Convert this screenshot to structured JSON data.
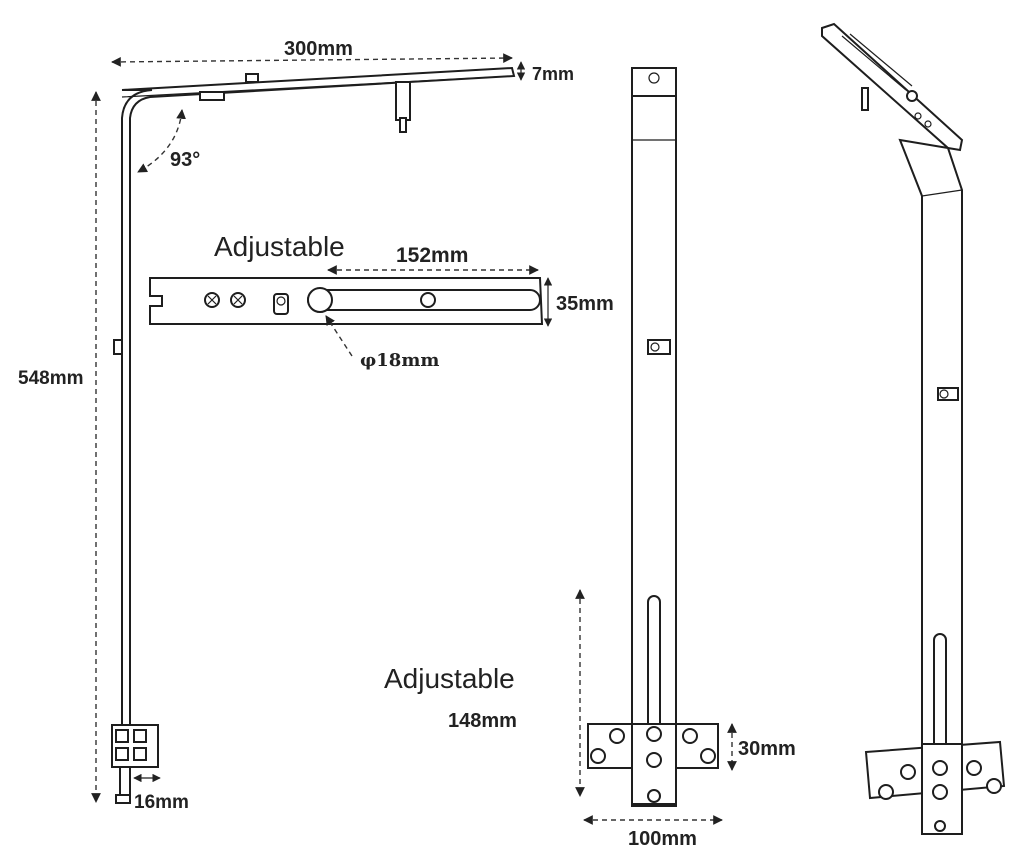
{
  "labels": {
    "width_300": "300mm",
    "thickness_7": "7mm",
    "angle_93": "93°",
    "adjustable_top": "Adjustable",
    "length_152": "152mm",
    "height_35": "35mm",
    "diameter_18": "φ18mm",
    "height_548": "548mm",
    "width_16": "16mm",
    "adjustable_bottom": "Adjustable",
    "length_148": "148mm",
    "height_30": "30mm",
    "width_100": "100mm"
  }
}
